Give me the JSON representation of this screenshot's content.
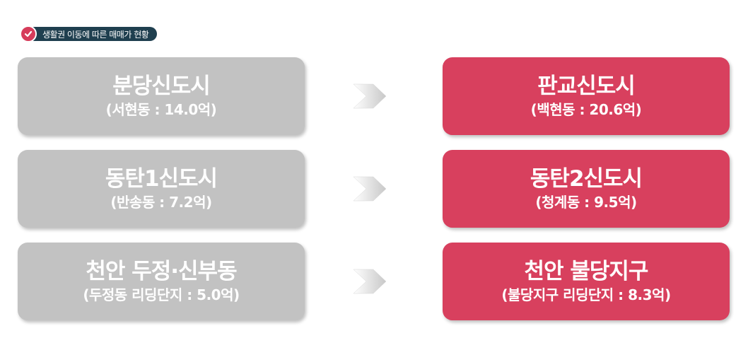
{
  "header": {
    "title": "생활권 이동에 따른 매매가 현황",
    "check_icon": "check-circle-icon",
    "badge_color": "#1f3f4f",
    "check_color": "#d63c5a"
  },
  "colors": {
    "from_box": "#c2c2c2",
    "to_box": "#d8405e",
    "text": "#ffffff"
  },
  "rows": [
    {
      "from": {
        "title": "분당신도시",
        "detail": "(서현동 : 14.0억)"
      },
      "to": {
        "title": "판교신도시",
        "detail": "(백현동 : 20.6억)"
      },
      "arrow_icon": "arrow-right-icon"
    },
    {
      "from": {
        "title": "동탄1신도시",
        "detail": "(반송동 : 7.2억)"
      },
      "to": {
        "title": "동탄2신도시",
        "detail": "(청계동 : 9.5억)"
      },
      "arrow_icon": "arrow-right-icon"
    },
    {
      "from": {
        "title": "천안 두정·신부동",
        "detail": "(두정동 리딩단지 : 5.0억)"
      },
      "to": {
        "title": "천안 불당지구",
        "detail": "(불당지구 리딩단지 : 8.3억)"
      },
      "arrow_icon": "arrow-right-icon"
    }
  ]
}
